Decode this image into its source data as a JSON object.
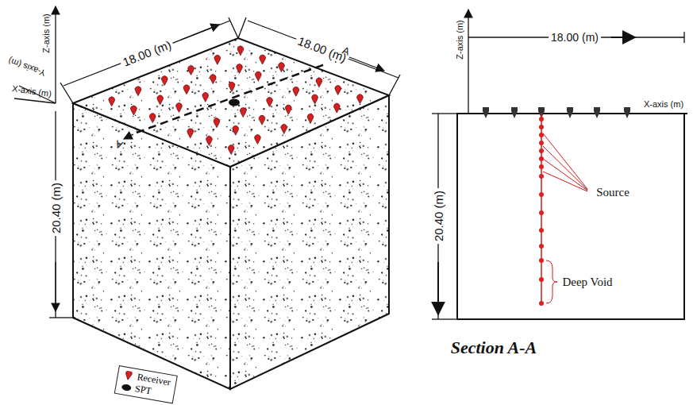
{
  "diagram": {
    "labels": [
      "18.00 (m)",
      "18.00 (m)",
      "Z-axis (m)",
      "Y-axis (m)",
      "X-axis (m)",
      "20.40 (m)",
      "A",
      "A",
      "Z-axis (m)",
      "18.00 (m)",
      "X-axis (m)",
      "20.40 (m)",
      "Source",
      "Deep Void",
      "Section A-A"
    ],
    "legend": [
      {
        "text": "Receiver"
      },
      {
        "text": "SPT"
      }
    ]
  }
}
